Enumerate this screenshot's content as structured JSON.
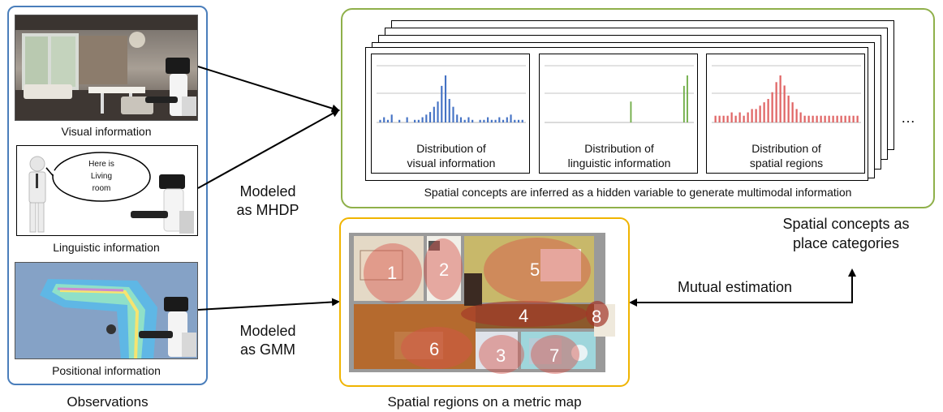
{
  "observations": {
    "title": "Observations",
    "visual_caption": "Visual information",
    "linguistic_caption": "Linguistic information",
    "positional_caption": "Positional information",
    "speech_bubble": [
      "Here is",
      "Living",
      "room"
    ]
  },
  "arrows": {
    "mhdp_line1": "Modeled",
    "mhdp_line2": "as MHDP",
    "gmm_line1": "Modeled",
    "gmm_line2": "as GMM",
    "mutual": "Mutual estimation"
  },
  "concepts": {
    "box_caption": "Spatial concepts are inferred as a hidden variable to generate multimodal information",
    "ellipsis": "…",
    "side_label_line1": "Spatial concepts as",
    "side_label_line2": "place categories",
    "cards": [
      {
        "line1": "Distribution of",
        "line2": "visual information",
        "color": "#4472c4"
      },
      {
        "line1": "Distribution of",
        "line2": "linguistic information",
        "color": "#70ad47"
      },
      {
        "line1": "Distribution of",
        "line2": "spatial regions",
        "color": "#e06666"
      }
    ]
  },
  "map": {
    "caption": "Spatial regions on a metric map",
    "regions": [
      "1",
      "2",
      "3",
      "4",
      "5",
      "6",
      "7",
      "8"
    ]
  },
  "colors": {
    "observations_border": "#4a7ebb",
    "concepts_border": "#8fb04a",
    "map_border": "#f0b400"
  },
  "chart_data": [
    {
      "type": "bar",
      "series": [
        {
          "values": [
            1,
            2,
            1,
            3,
            0,
            1,
            0,
            2,
            0,
            1,
            1,
            2,
            3,
            4,
            6,
            8,
            14,
            18,
            9,
            6,
            3,
            2,
            1,
            2,
            1,
            0,
            1,
            1,
            2,
            1,
            1,
            2,
            1,
            2,
            3,
            1,
            1,
            1
          ]
        }
      ]
    },
    {
      "type": "bar",
      "series": [
        {
          "values": [
            0,
            0,
            0,
            0,
            0,
            0,
            0,
            0,
            0,
            0,
            0,
            0,
            0,
            0,
            0,
            0,
            0,
            0,
            0,
            0,
            0,
            0,
            0,
            0,
            0,
            8,
            0,
            0,
            0,
            0,
            0,
            0,
            0,
            0,
            0,
            0,
            0,
            0,
            0,
            0,
            0,
            14,
            18,
            0
          ]
        }
      ]
    },
    {
      "type": "bar",
      "series": [
        {
          "values": [
            2,
            2,
            2,
            2,
            3,
            2,
            3,
            2,
            3,
            4,
            4,
            5,
            6,
            7,
            9,
            12,
            14,
            11,
            8,
            6,
            4,
            3,
            2,
            2,
            2,
            2,
            2,
            2,
            2,
            2,
            2,
            2,
            2,
            2,
            2,
            2
          ]
        }
      ]
    }
  ]
}
